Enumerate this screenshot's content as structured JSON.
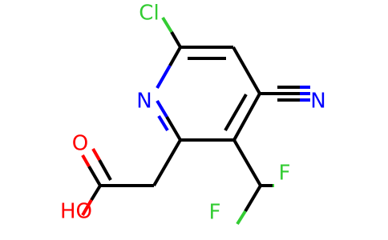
{
  "structure": {
    "atoms": {
      "chlorine": "Cl",
      "ring_nitrogen": "N",
      "nitrile_nitrogen": "N",
      "fluorine_upper": "F",
      "fluorine_lower": "F",
      "carbonyl_oxygen": "O",
      "hydroxyl": "HO"
    }
  },
  "colors": {
    "carbon_bond": "#000000",
    "chlorine": "#33cc33",
    "nitrogen": "#0000ff",
    "fluorine": "#33cc33",
    "oxygen": "#ff0000"
  }
}
